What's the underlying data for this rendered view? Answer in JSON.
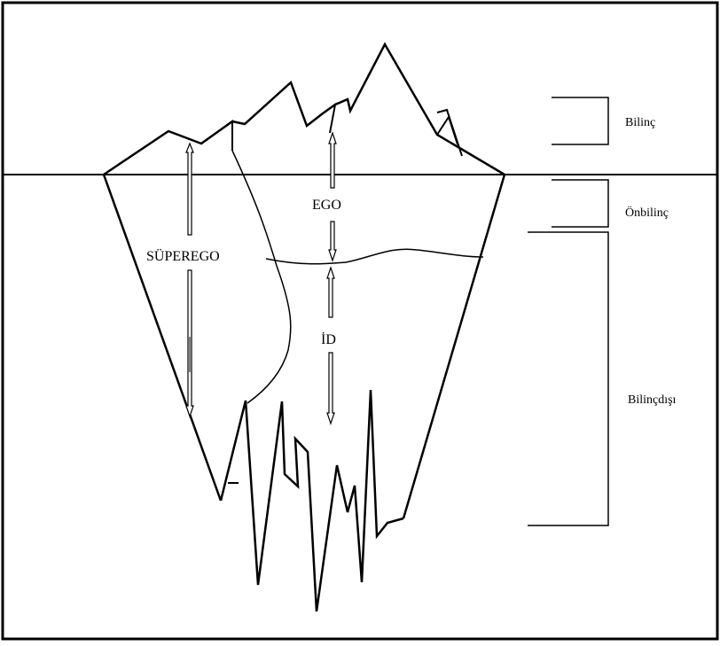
{
  "diagram": {
    "structures": {
      "superego": "SÜPEREGO",
      "ego": "EGO",
      "id": "İD"
    },
    "levels": {
      "conscious": "Bilinç",
      "preconscious": "Önbilinç",
      "unconscious": "Bilinçdışı"
    }
  }
}
